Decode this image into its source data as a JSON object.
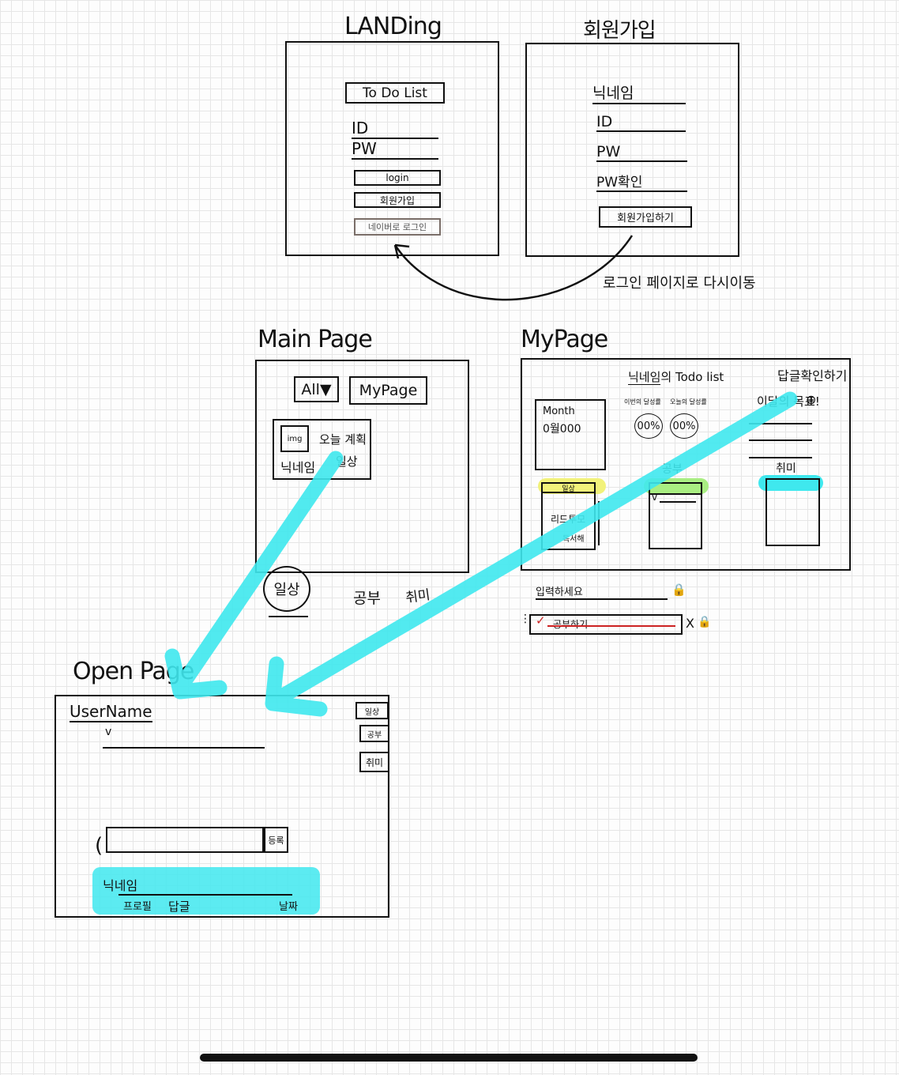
{
  "landing": {
    "title": "LANDing",
    "todo": "To Do List",
    "id": "ID",
    "pw": "PW",
    "login": "login",
    "signup": "회원가입",
    "naver": "네이버로 로그인"
  },
  "signup_page": {
    "title": "회원가입",
    "nickname": "닉네임",
    "id": "ID",
    "pw": "PW",
    "pw_confirm": "PW확인",
    "submit": "회원가입하기"
  },
  "redirect_note": "로그인 페이지로 다시이동",
  "main_page": {
    "title": "Main Page",
    "all": "All▼",
    "mypage": "MyPage",
    "img": "img",
    "card_title": "오늘 계획",
    "card_nick": "닉네임",
    "card_cat": "일상",
    "tabs": [
      "일상",
      "공부",
      "취미"
    ]
  },
  "my_page": {
    "title": "MyPage",
    "heading_nick": "닉네임",
    "heading_rest": "의 Todo list",
    "reply_check": "답글확인하기",
    "month": "Month",
    "month_value": "0월000",
    "rate_label_1": "이번의 달성률",
    "rate_label_2": "오늘의 달성률",
    "rate_1": "00%",
    "rate_2": "00%",
    "goal": "이달의 목표!",
    "plus": "⊕",
    "cat_1": "일상",
    "cat_2": "공부",
    "cat_3": "취미",
    "card_1_header": "일상",
    "card_1_line1": "리드투모",
    "card_1_line2": "독서해",
    "check": "v"
  },
  "input_row": {
    "placeholder": "입력하세요",
    "lock": "🔒",
    "checkmark": "✓",
    "item": "공부하기",
    "delete": "X"
  },
  "open_page": {
    "title": "Open Page",
    "username": "UserName",
    "check": "v",
    "side_1": "일상",
    "side_2": "공부",
    "side_3": "취미",
    "register": "등록",
    "comment_nick": "닉네임",
    "comment_profile": "프로필",
    "comment_text": "답글",
    "comment_date": "날짜"
  },
  "colors": {
    "ink": "#111111",
    "cyan": "#3fe8ee",
    "yellow": "#f2f27a",
    "green": "#a9ee82",
    "red": "#cc2222"
  }
}
